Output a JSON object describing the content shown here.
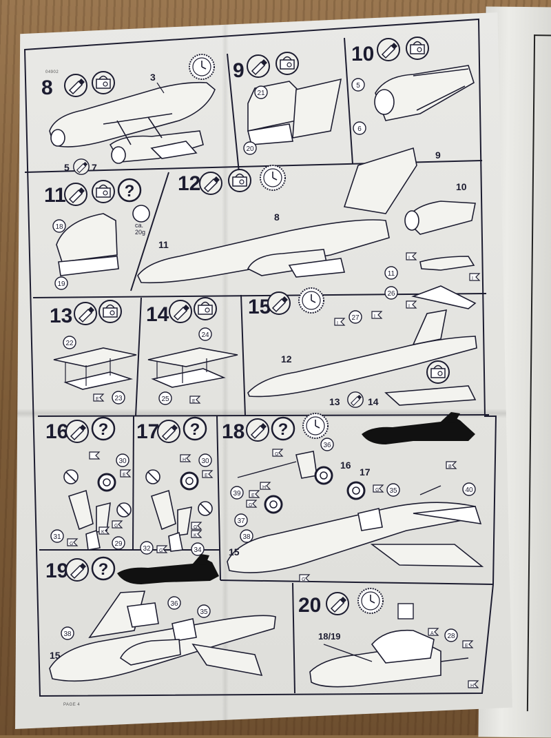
{
  "document": {
    "product_code": "04902",
    "page_label": "PAGE 4"
  },
  "steps": [
    {
      "number": "8",
      "parts": [
        "3",
        "5",
        "7"
      ]
    },
    {
      "number": "9",
      "parts": [
        "21",
        "20"
      ]
    },
    {
      "number": "10",
      "parts": [
        "5",
        "6"
      ]
    },
    {
      "number": "11",
      "parts": [
        "18",
        "19"
      ],
      "weight_note": "ca.\n20g"
    },
    {
      "number": "12",
      "parts": [
        "9",
        "10",
        "8",
        "11"
      ]
    },
    {
      "number": "13",
      "parts": [
        "22",
        "23"
      ]
    },
    {
      "number": "14",
      "parts": [
        "24",
        "25"
      ]
    },
    {
      "number": "15",
      "parts": [
        "11",
        "26",
        "27",
        "12",
        "13",
        "14"
      ]
    },
    {
      "number": "16",
      "parts": [
        "30",
        "31",
        "29"
      ]
    },
    {
      "number": "17",
      "parts": [
        "30",
        "32",
        "34"
      ]
    },
    {
      "number": "18",
      "parts": [
        "36",
        "16",
        "17",
        "35",
        "40",
        "39",
        "37",
        "38",
        "15"
      ]
    },
    {
      "number": "19",
      "parts": [
        "36",
        "35",
        "38",
        "15"
      ]
    },
    {
      "number": "20",
      "parts": [
        "18/19",
        "28"
      ]
    }
  ],
  "paint_codes": [
    "E",
    "G",
    "H",
    "K",
    "A",
    "B",
    "I"
  ],
  "icons": {
    "glue": "glue-tube-icon",
    "decal": "decal-water-icon",
    "clock": "drying-time-clock-icon",
    "question": "question-mark-icon",
    "weight": "nose-weight-icon"
  },
  "colors": {
    "ink": "#1c1c30",
    "paper": "#e6e6e2",
    "silhouette": "#111111"
  }
}
